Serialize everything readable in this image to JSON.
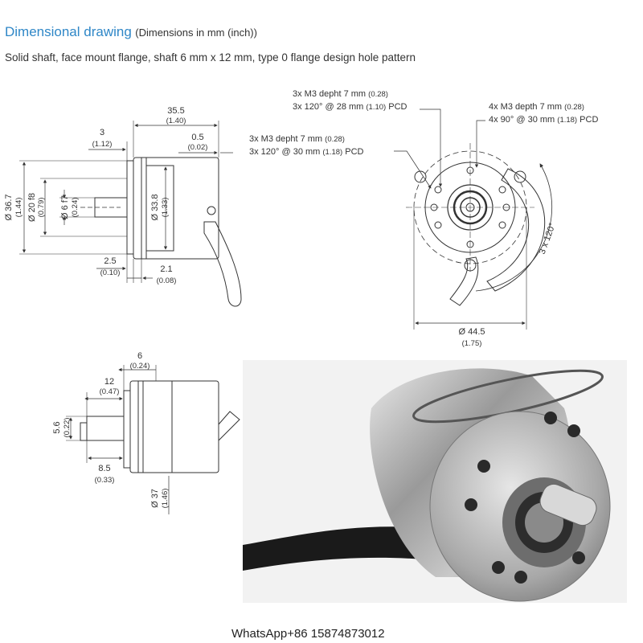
{
  "header": {
    "title": "Dimensional drawing",
    "title_note": "(Dimensions in mm (inch))",
    "subtitle": "Solid shaft, face mount flange, shaft 6 mm x 12 mm, type 0 flange design hole pattern"
  },
  "side_view": {
    "len_35_5": "35.5",
    "len_35_5_in": "(1.40)",
    "len_3": "3",
    "len_3_in": "(1.12)",
    "len_0_5": "0.5",
    "len_0_5_in": "(0.02)",
    "dia_36_7": "Ø 36.7",
    "dia_36_7_in": "(1.44)",
    "dia_20": "Ø 20 f8",
    "dia_20_in": "(0.79)",
    "dia_6": "Ø 6 f7",
    "dia_6_in": "(0.24)",
    "dia_33_8": "Ø 33.8",
    "dia_33_8_in": "(1.33)",
    "len_2_5": "2.5",
    "len_2_5_in": "(0.10)",
    "len_2_1": "2.1",
    "len_2_1_in": "(0.08)"
  },
  "front_view": {
    "holes_28_a": "3x M3 depht 7 mm",
    "holes_28_a_in": "(0.28)",
    "holes_28_b": "3x 120° @ 28 mm",
    "holes_28_b_in": "(1.10)",
    "holes_28_b_suffix": "PCD",
    "holes_30_a": "3x M3 depht 7 mm",
    "holes_30_a_in": "(0.28)",
    "holes_30_b": "3x 120° @ 30 mm",
    "holes_30_b_in": "(1.18)",
    "holes_30_b_suffix": "PCD",
    "holes_4_a": "4x M3 depth 7 mm",
    "holes_4_a_in": "(0.28)",
    "holes_4_b": "4x 90° @ 30 mm",
    "holes_4_b_in": "(1.18)",
    "holes_4_b_suffix": "PCD",
    "angle": "3 x 120°",
    "dia_44_5": "Ø 44.5",
    "dia_44_5_in": "(1.75)"
  },
  "lower_view": {
    "len_6": "6",
    "len_6_in": "(0.24)",
    "len_12": "12",
    "len_12_in": "(0.47)",
    "len_5_6": "5.6",
    "len_5_6_in": "(0.22)",
    "len_8_5": "8.5",
    "len_8_5_in": "(0.33)",
    "dia_37": "Ø 37",
    "dia_37_in": "(1.46)"
  },
  "footer": {
    "contact": "WhatsApp+86 15874873012"
  }
}
